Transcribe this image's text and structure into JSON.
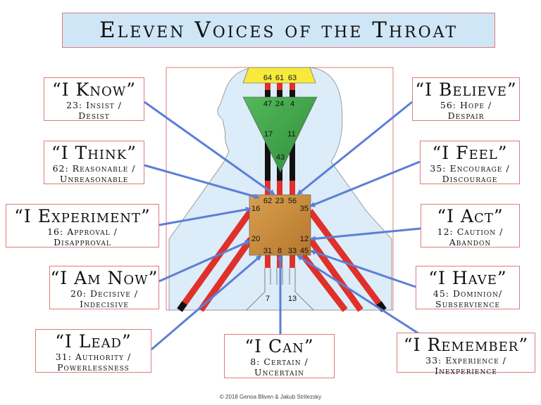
{
  "title": "Eleven Voices of the Throat",
  "centers": {
    "head_gates": [
      "64",
      "61",
      "63"
    ],
    "ajna_top_gates": [
      "47",
      "24",
      "4"
    ],
    "ajna_lower_gates": [
      "17",
      "11",
      "43"
    ],
    "throat_top_gates": [
      "62",
      "23",
      "56"
    ],
    "throat_left_gates": [
      "16",
      "20"
    ],
    "throat_right_gates": [
      "35",
      "12"
    ],
    "throat_bottom_gates": [
      "31",
      "8",
      "33",
      "45"
    ],
    "g_gates": [
      "7",
      "13"
    ]
  },
  "voices": [
    {
      "quote": "“I Know”",
      "desc": "23: Insist / Desist"
    },
    {
      "quote": "“I Think”",
      "desc": "62: Reasonable / Unreasonable"
    },
    {
      "quote": "“I Experiment”",
      "desc": "16: Approval / Disapproval"
    },
    {
      "quote": "“I Am Now”",
      "desc": "20: Decisive / Indecisive"
    },
    {
      "quote": "“I Lead”",
      "desc": "31: Authority / Powerlessness"
    },
    {
      "quote": "“I Can”",
      "desc": "8: Certain / Uncertain"
    },
    {
      "quote": "“I Remember”",
      "desc": "33: Experience / Inexperience"
    },
    {
      "quote": "“I Have”",
      "desc": "45: Dominion/ Subservience"
    },
    {
      "quote": "“I Act”",
      "desc": "12: Caution / Abandon"
    },
    {
      "quote": "“I Feel”",
      "desc": "35: Encourage / Discourage"
    },
    {
      "quote": "“I Believe”",
      "desc": "56: Hope / Despair"
    }
  ],
  "footer": "© 2018 Genoa Bliven & Jakub Stritezsky",
  "colors": {
    "arrow": "#5b7fd6",
    "channel_red": "#e0302a",
    "ajna": "#3fa34a",
    "head": "#f7ea3c",
    "throat": "#c98a3a",
    "border": "#e07b7b"
  }
}
